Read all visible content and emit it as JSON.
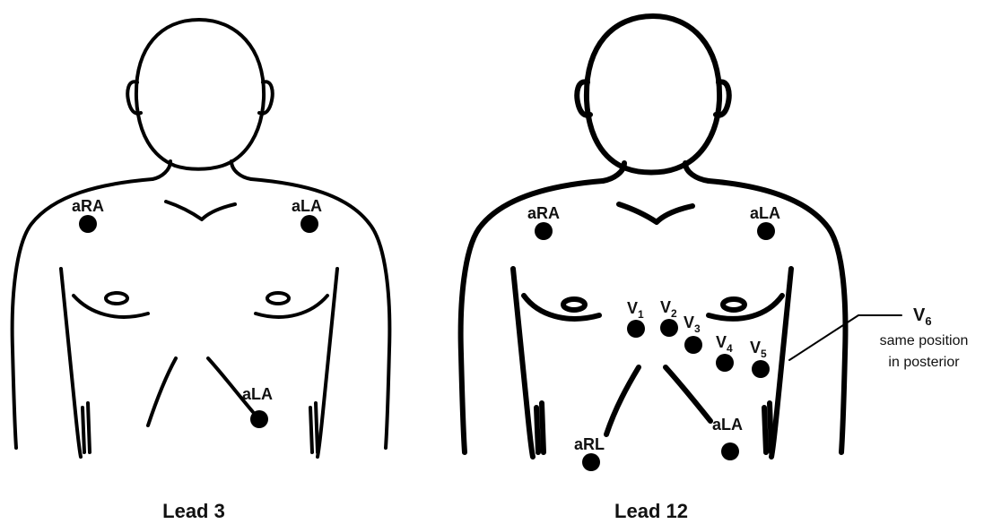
{
  "figure": {
    "left": {
      "caption": "Lead 3",
      "electrodes": [
        "aRA",
        "aLA",
        "aLA"
      ]
    },
    "right": {
      "caption": "Lead 12",
      "electrodes": [
        "aRA",
        "aLA",
        "aRL",
        "aLA"
      ],
      "precordial": [
        {
          "base": "V",
          "sub": "1"
        },
        {
          "base": "V",
          "sub": "2"
        },
        {
          "base": "V",
          "sub": "3"
        },
        {
          "base": "V",
          "sub": "4"
        },
        {
          "base": "V",
          "sub": "5"
        }
      ],
      "v6_note": {
        "base": "V",
        "sub": "6",
        "line1": "same position",
        "line2": "in posterior"
      }
    }
  }
}
